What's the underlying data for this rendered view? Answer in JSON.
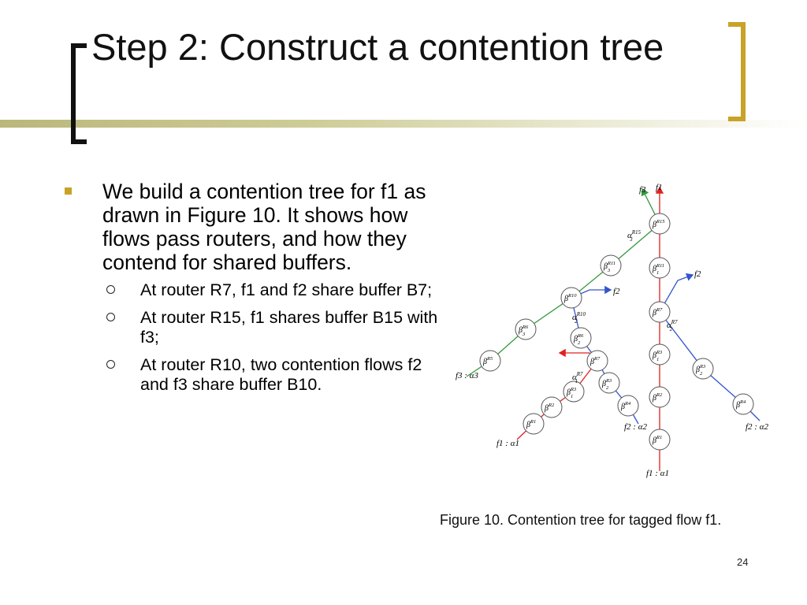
{
  "slide": {
    "title": "Step 2: Construct a contention tree",
    "bullets": [
      {
        "text": "We build a contention tree for f1 as drawn in Figure 10. It shows how flows pass routers, and how they contend for shared buffers.",
        "sub": [
          "At router R7, f1 and f2 share buffer B7;",
          "At router R15, f1 shares buffer B15 with f3;",
          "At router R10, two contention flows f2 and f3 share buffer B10."
        ]
      }
    ],
    "caption": "Figure 10. Contention tree for tagged flow f1.",
    "page_number": "24"
  },
  "figure": {
    "colors": {
      "f1": "#e02020",
      "f2": "#3355cc",
      "f3": "#33993a"
    },
    "nodes": [
      {
        "id": "b1_R1",
        "label": "β",
        "sup": "R1",
        "sub": ""
      },
      {
        "id": "b1_R2",
        "label": "β",
        "sup": "R2",
        "sub": ""
      },
      {
        "id": "b1_R3",
        "label": "β",
        "sup": "R3",
        "sub": "1"
      },
      {
        "id": "b1_R7",
        "label": "β",
        "sup": "R7",
        "sub": ""
      },
      {
        "id": "b1_R11",
        "label": "β",
        "sup": "R11",
        "sub": "1"
      },
      {
        "id": "b_R15",
        "label": "β",
        "sup": "R15",
        "sub": ""
      },
      {
        "id": "b2_R4r",
        "label": "β",
        "sup": "R4",
        "sub": ""
      },
      {
        "id": "b2_R3r",
        "label": "β",
        "sup": "R3",
        "sub": "2"
      },
      {
        "id": "b3_R11",
        "label": "β",
        "sup": "R11",
        "sub": "3"
      },
      {
        "id": "b_R10",
        "label": "β",
        "sup": "R10",
        "sub": ""
      },
      {
        "id": "b3_R6",
        "label": "β",
        "sup": "R6",
        "sub": "3"
      },
      {
        "id": "b_R5",
        "label": "β",
        "sup": "R5",
        "sub": ""
      },
      {
        "id": "b2_R6",
        "label": "β",
        "sup": "R6",
        "sub": "2"
      },
      {
        "id": "b_R7s",
        "label": "β",
        "sup": "R7",
        "sub": ""
      },
      {
        "id": "b2_R3s",
        "label": "β",
        "sup": "R3",
        "sub": "2"
      },
      {
        "id": "b_R4s",
        "label": "β",
        "sup": "R4",
        "sub": ""
      },
      {
        "id": "b1_R3s",
        "label": "β",
        "sup": "R3",
        "sub": "1"
      },
      {
        "id": "b_R2s",
        "label": "β",
        "sup": "R2",
        "sub": ""
      },
      {
        "id": "b_R1s",
        "label": "β",
        "sup": "R1",
        "sub": ""
      }
    ],
    "labels": {
      "f3_top": "f3",
      "f1_top": "f1",
      "f2_right": "f2",
      "f2_mid": "f2",
      "alpha15": "α",
      "alpha15_sup": "R15",
      "alpha15_sub": "3",
      "alpha7": "α",
      "alpha7_sup": "R7",
      "alpha7_sub": "2",
      "alpha10": "α",
      "alpha10_sup": "R10",
      "alpha10_sub": "2",
      "alpha7s": "α",
      "alpha7s_sup": "R7",
      "alpha7s_sub": "1",
      "src_f3": "f3 : α3",
      "src_f2_right": "f2 : α2",
      "src_f2_mid": "f2 : α2",
      "src_f1_left": "f1 : α1",
      "src_f1_bottom": "f1 : α1"
    }
  }
}
